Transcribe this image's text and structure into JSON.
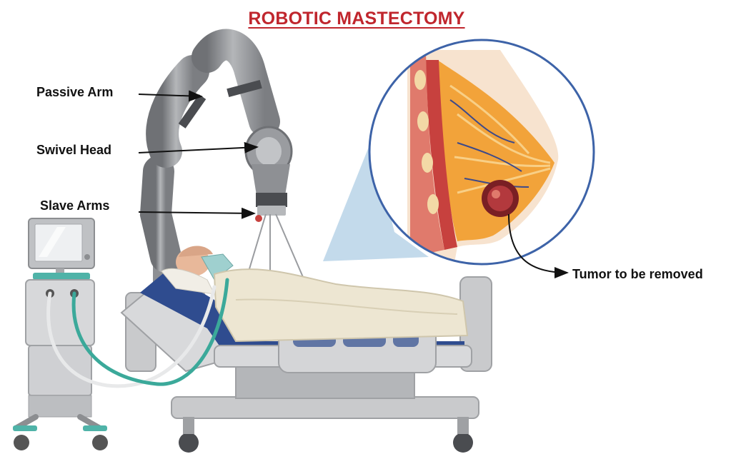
{
  "title": "ROBOTIC MASTECTOMY",
  "labels": {
    "passive_arm": "Passive Arm",
    "swivel_head": "Swivel Head",
    "slave_arms": "Slave Arms",
    "tumor": "Tumor to be removed"
  },
  "colors": {
    "title": "#c0262d",
    "label_text": "#111111",
    "robot_gray": "#8f9194",
    "robot_dark": "#4a4c50",
    "bed_frame": "#c9cacc",
    "mattress": "#2f4c8f",
    "blanket": "#ede6d2",
    "tissue_orange": "#f2a33a",
    "muscle_red": "#c7413e",
    "tumor_dark": "#7a1f24",
    "magnifier_blue": "#3d63a8",
    "tube_teal": "#3ba99a"
  }
}
